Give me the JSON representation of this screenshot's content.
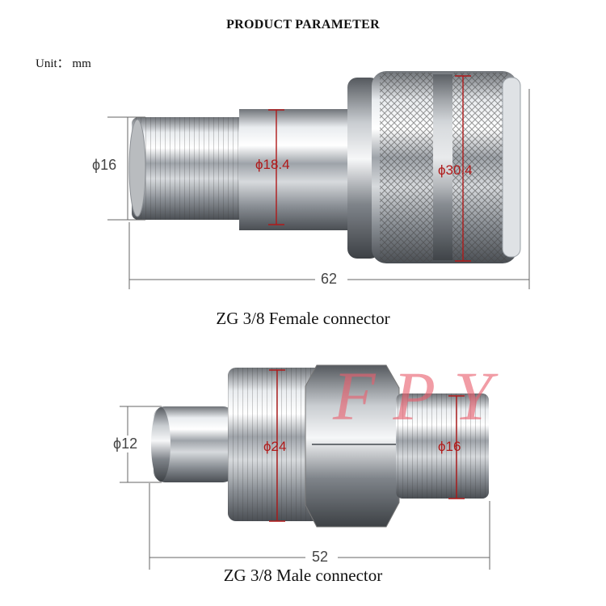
{
  "header": {
    "title": "PRODUCT PARAMETER",
    "unit": "Unit： mm"
  },
  "watermark": "FPY",
  "female_connector": {
    "caption": "ZG 3/8 Female connector",
    "dims": {
      "thread_dia": "ϕ16",
      "body_dia": "ϕ18.4",
      "nut_dia": "ϕ30.4",
      "length": "62"
    }
  },
  "male_connector": {
    "caption": "ZG 3/8 Male connector",
    "dims": {
      "nose_dia": "ϕ12",
      "thread_large_dia": "ϕ24",
      "thread_small_dia": "ϕ16",
      "length": "52"
    }
  },
  "colors": {
    "dimension_red": "#b01a1a",
    "dimension_gray": "#666666",
    "watermark": "#e8606e"
  }
}
